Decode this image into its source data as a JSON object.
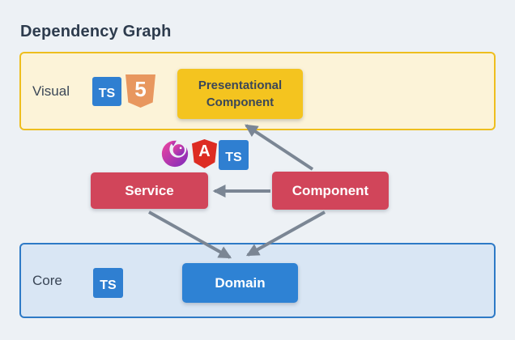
{
  "title": "Dependency Graph",
  "visual_group": {
    "label": "Visual",
    "node_label": "Presentational Component",
    "icons": [
      "typescript",
      "html5"
    ]
  },
  "middle": {
    "service_label": "Service",
    "component_label": "Component",
    "icons": [
      "rxjs",
      "angular",
      "typescript"
    ]
  },
  "core_group": {
    "label": "Core",
    "node_label": "Domain",
    "icons": [
      "typescript"
    ]
  },
  "icons": {
    "typescript": {
      "label": "TS",
      "color": "#2f7fd1"
    },
    "html5": {
      "label": "5",
      "color": "#e8975f"
    },
    "angular": {
      "label": "A",
      "color": "#dd2c23"
    },
    "rxjs": {
      "color_start": "#f0459d",
      "color_end": "#7d2bbd"
    }
  },
  "arrows": [
    {
      "from": "Component",
      "to": "Presentational Component"
    },
    {
      "from": "Component",
      "to": "Service"
    },
    {
      "from": "Service",
      "to": "Domain"
    },
    {
      "from": "Component",
      "to": "Domain"
    }
  ],
  "colors": {
    "background": "#edf1f5",
    "title_text": "#2d3b4d",
    "visual_group_bg": "#fcf3d8",
    "visual_group_border": "#eebe1e",
    "presentational_node_bg": "#f4c41f",
    "presentational_node_text": "#3b4758",
    "service_component_bg": "#d1455a",
    "core_group_bg": "#d9e6f4",
    "core_group_border": "#2e7ac6",
    "domain_node_bg": "#2e82d4",
    "arrow": "#7b8694",
    "label_text": "#3a4656"
  }
}
